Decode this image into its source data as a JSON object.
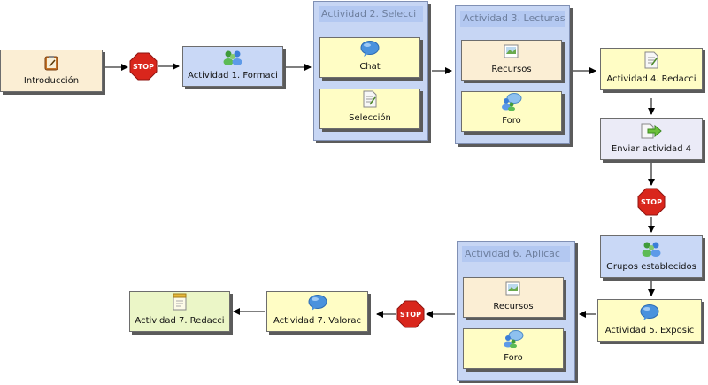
{
  "nodes": {
    "introduccion": "Introducción",
    "act1": "Actividad 1. Formaci",
    "chat": "Chat",
    "seleccion": "Selección",
    "recursos1": "Recursos",
    "foro1": "Foro",
    "act4": "Actividad 4. Redacci",
    "enviar4": "Enviar actividad 4",
    "grupos": "Grupos establecidos",
    "act5": "Actividad 5. Exposic",
    "recursos2": "Recursos",
    "foro2": "Foro",
    "act7valorac": "Actividad 7. Valorac",
    "act7redacci": "Actividad 7. Redacci"
  },
  "groups": {
    "act2": "Actividad 2. Selecci",
    "act3": "Actividad 3. Lecturas",
    "act6": "Actividad 6. Aplicac"
  },
  "stop_text": "STOP",
  "colors": {
    "stop": "#d9261c",
    "edge": "#7f7f7f",
    "group_title": "#6e7f9e"
  }
}
